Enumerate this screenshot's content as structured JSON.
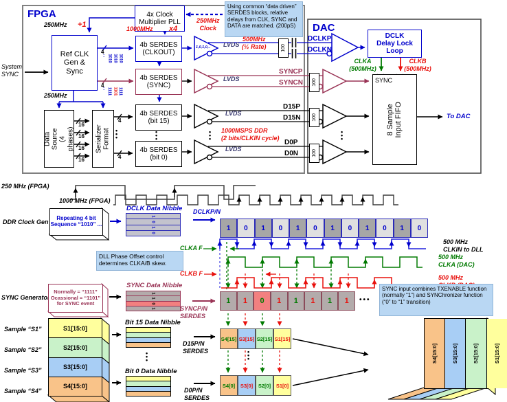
{
  "misc": {
    "dots_v": "•\n•\n•",
    "dots_h": "•••",
    "colon": ":"
  },
  "palette": {
    "blue": "#0000cc",
    "maroon": "#993355",
    "red": "#e8100c",
    "green": "#007a00",
    "note_bg": "#b9d7f3",
    "gray_on": "#a6a6a6",
    "gray_off": "#e0e0e0",
    "pink": "#f28080",
    "orange": "#f9c389",
    "lt_blue": "#a8cef5",
    "lt_green": "#c9f2c9",
    "yellow": "#ffff9d"
  },
  "fpga": {
    "title": "FPGA",
    "pll": "4x Clock\nMultiplier PLL",
    "clk250_in": "250MHz",
    "plus1": "+1",
    "mhz1000": "1000MHz",
    "x4": "x4",
    "clock250_dashed": "250MHz\nClock",
    "refclk": "Ref CLK\nGen &\nSync",
    "system_sync": "System\nSYNC",
    "clk250_low": "250MHz",
    "serdes_clkout": "4b SERDES\n(CLKOUT)",
    "serdes_sync": "4b SERDES\n(SYNC)",
    "serdes_bit15": "4b SERDES\n(bit 15)",
    "serdes_bit0": "4b SERDES\n(bit 0)",
    "data_source": "Data Source\n(4 phases)",
    "serializer": "Serializer\nFormat",
    "bus4": "4",
    "bus16": "16",
    "clk_nibbles": [
      "1010",
      "1010",
      "1010"
    ],
    "sync_nibbles": [
      "1111",
      "1101",
      "1111"
    ],
    "tri_bits": "1,0,1,0,.."
  },
  "link": {
    "lvds": "LVDS",
    "rate": "500MHz\n(½ Rate)",
    "ddr": "1000MSPS DDR\n(2 bits/CLKIN cycle)",
    "r100": "100",
    "dclkp": "DCLKP",
    "dclkn": "DCLKN",
    "syncp": "SYNCP",
    "syncn": "SYNCN",
    "d15p": "D15P",
    "d15n": "D15N",
    "d0p": "D0P",
    "d0n": "D0N"
  },
  "note_top": "Using common “data driven” SERDES blocks, relative delays from CLK, SYNC and DATA are matched. (200pS)",
  "dac": {
    "title": "DAC",
    "dll": "DCLK\nDelay Lock Loop",
    "clka": "CLKA\n(500MHz)",
    "clkb": "CLKB\n(500MHz)",
    "sync": "SYNC",
    "fifo": "8 Sample\nInput FIFO",
    "to_dac": "To DAC"
  },
  "timing": {
    "w250": "250 MHz (FPGA)",
    "w1000": "1000 MHz (FPGA)",
    "ddr_gen": "DDR Clock Gen",
    "ddr_box": "Repeating 4 bit\nSequence “1010” ...",
    "dclk_nibble": "DCLK Data Nibble",
    "dclk_bits": [
      "1",
      "0",
      "1",
      "0"
    ],
    "dclkpn": "DCLKP/N",
    "dclk_cells": [
      "1",
      "0",
      "1",
      "0",
      "1",
      "0",
      "1",
      "0",
      "1",
      "0",
      "1",
      "0"
    ],
    "clkin": "500 MHz\nCLKIN to DLL",
    "clka_f": "CLKA F",
    "clkb_f": "CLKB F",
    "clka": "500 MHz\nCLKA (DAC)",
    "clkb": "500 MHz\nCLKB (DAC)",
    "dll_note": "DLL Phase Offset control determines CLKA/B skew.",
    "sync_gen": "SYNC Generator",
    "sync_box": "Normally = “1111”\nOcassional = “1101”\nfor SYNC event",
    "sync_nibble": "SYNC Data Nibble",
    "sync_bits": [
      "1",
      "1",
      "0",
      "1"
    ],
    "syncpn": "SYNCP/N\nSERDES",
    "sync_cells": [
      "1",
      "1",
      "0",
      "1",
      "1",
      "1",
      "1",
      "1"
    ],
    "sync_note": "SYNC input combines TXENABLE function (normally “1”) and SYNChronizer function (“0” to “1” transition)"
  },
  "samples": {
    "s1": "Sample “S1”",
    "s2": "Sample “S2”",
    "s3": "Sample “S3”",
    "s4": "Sample “S4”",
    "rows": [
      "S1[15:0]",
      "S2[15:0]",
      "S3[15:0]",
      "S4[15:0]"
    ],
    "bit15_nibble": "Bit 15 Data Nibble",
    "bit0_nibble": "Bit 0 Data Nibble",
    "d15pn": "D15P/N\nSERDES",
    "d0pn": "D0P/N\nSERDES",
    "s15_cells": [
      "S4[15]",
      "S3[15]",
      "S2[15]",
      "S1[15]"
    ],
    "s0_cells": [
      "S4[0]",
      "S3[0]",
      "S2[0]",
      "S1[0]"
    ],
    "out_slabs": [
      "S4[15:0]",
      "S3[15:0]",
      "S2[15:0]",
      "S1[15:0]"
    ]
  }
}
